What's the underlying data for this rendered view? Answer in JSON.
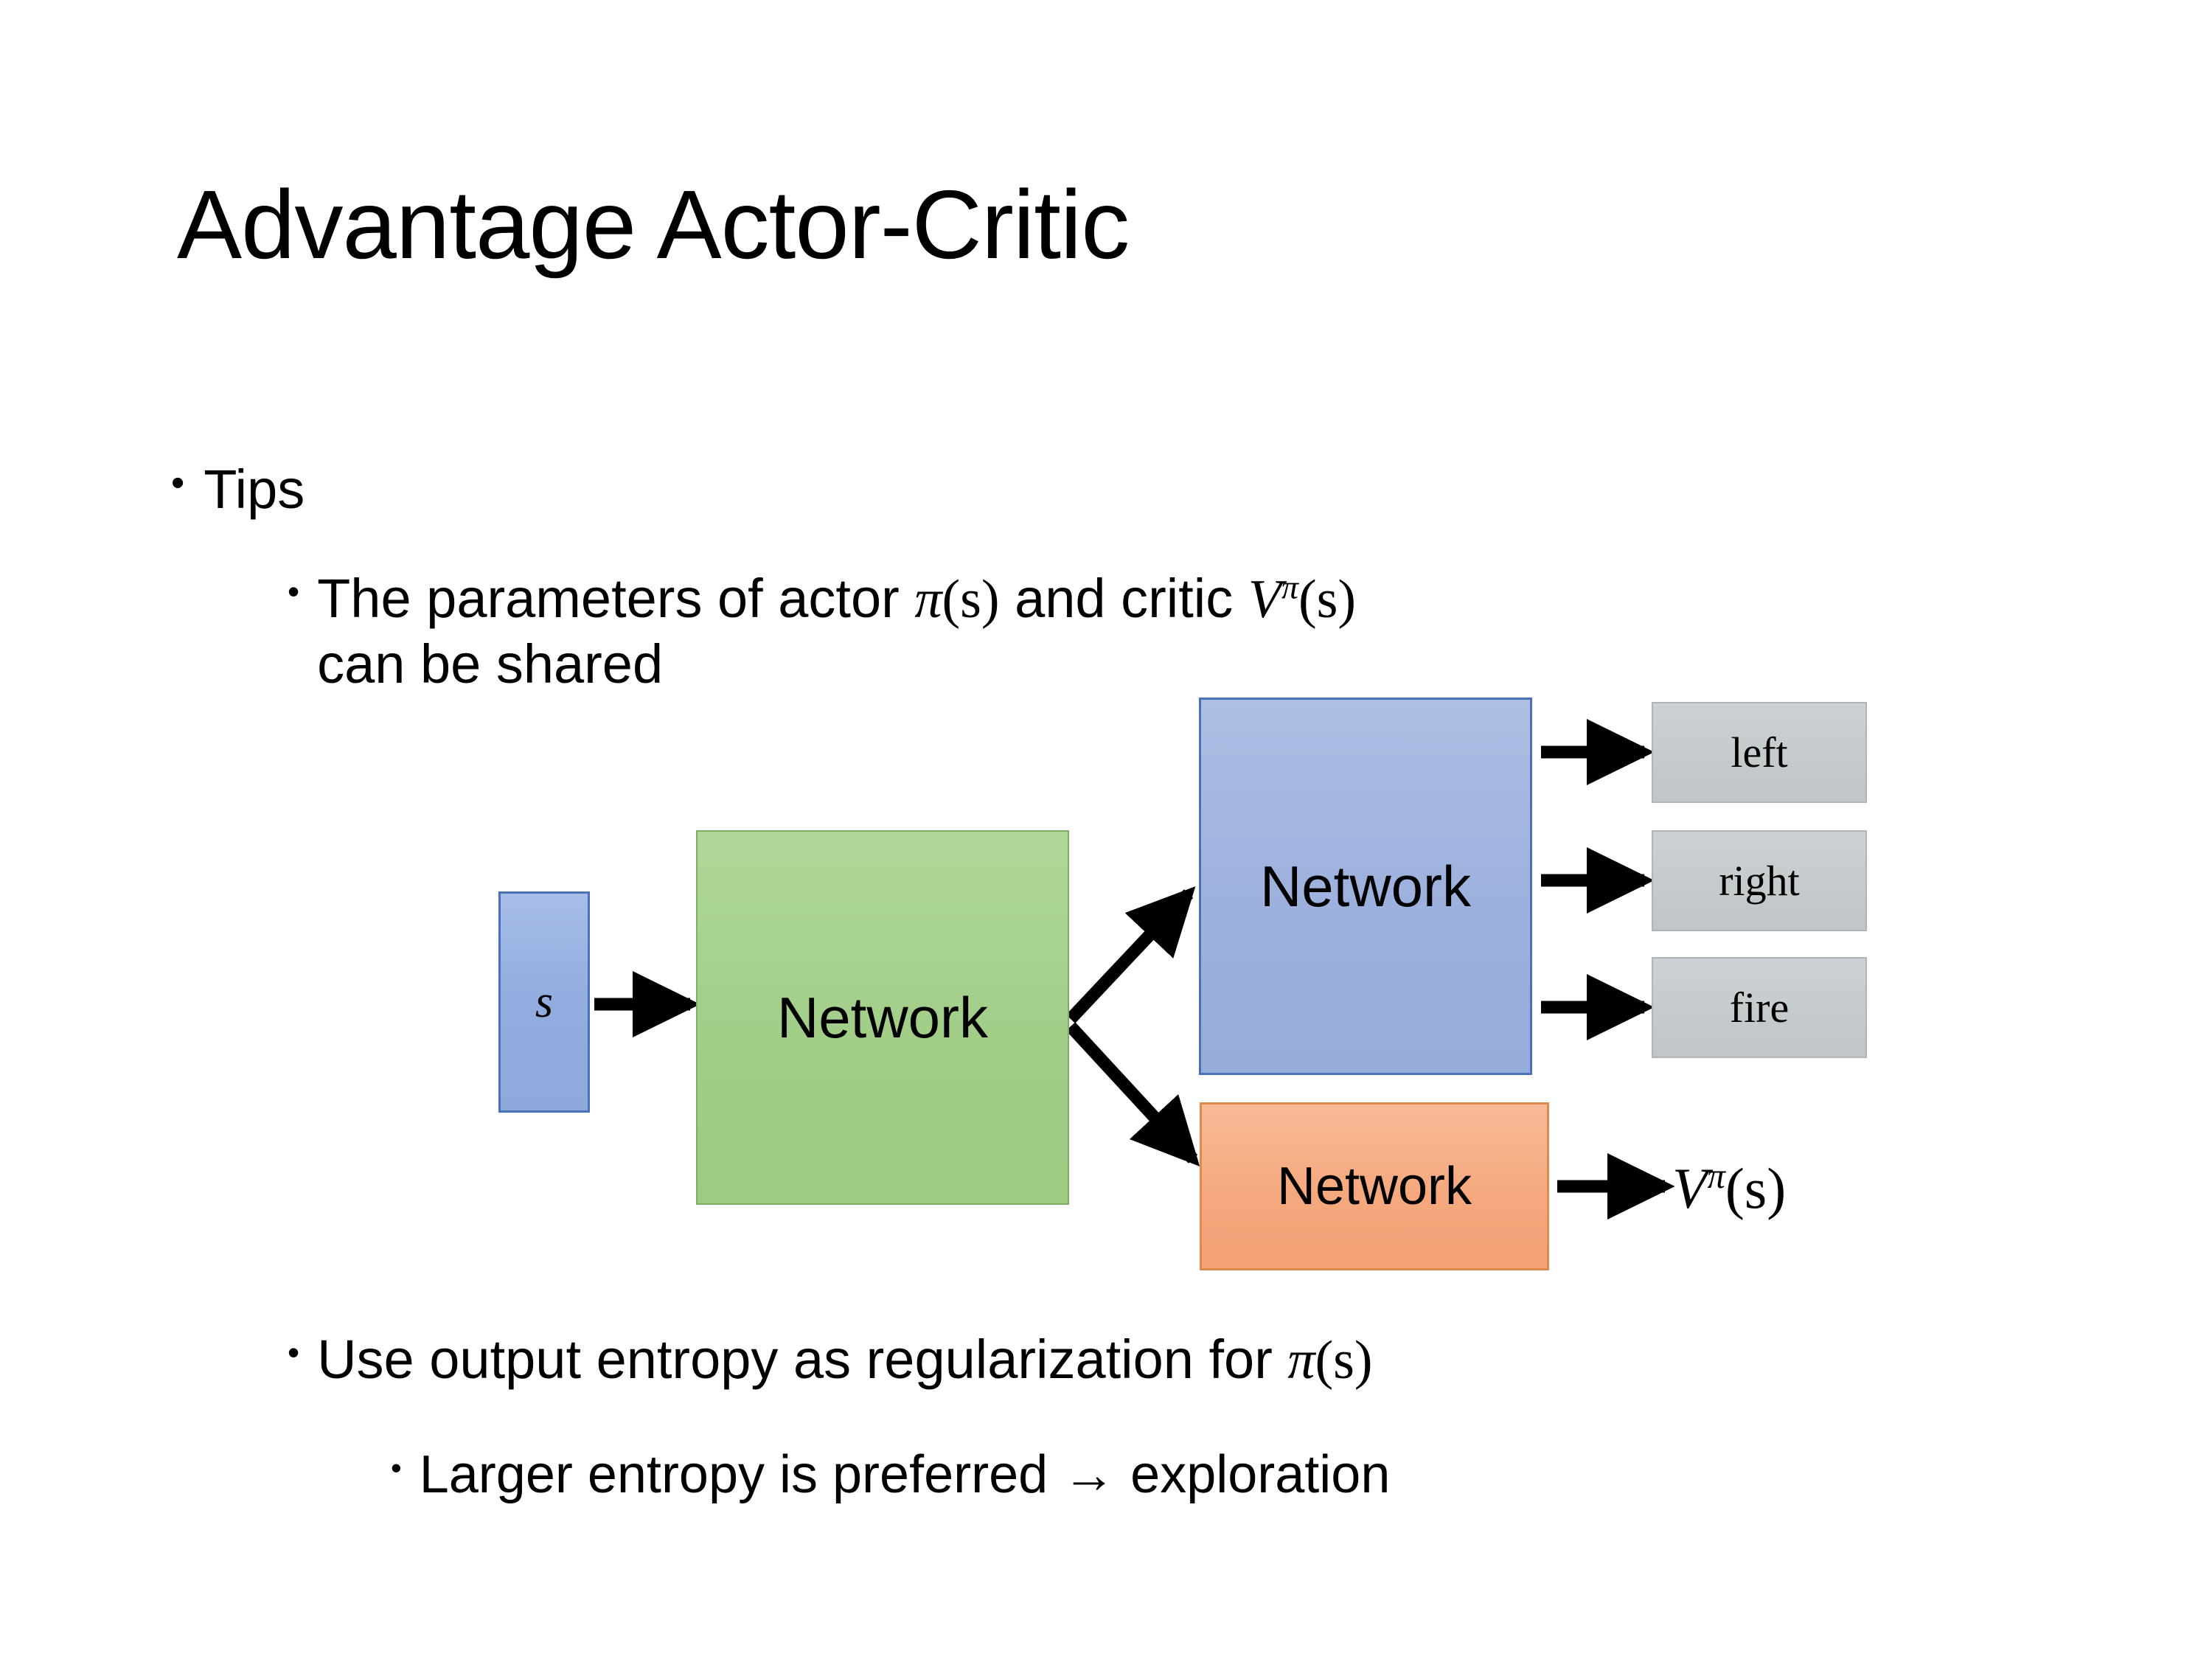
{
  "slide": {
    "title": "Advantage Actor-Critic",
    "background_color": "#FFFFFF"
  },
  "bullets": {
    "tips": {
      "marker": "•",
      "text": "Tips"
    },
    "shared_params": {
      "marker": "•",
      "text_before": "The parameters of actor ",
      "math_actor_pi": "π",
      "math_actor_arg": "(s)",
      "text_middle": " and critic ",
      "math_critic_V": "V",
      "math_critic_sup": "π",
      "math_critic_arg": "(s)",
      "text_after": "can be shared",
      "full_text": "The parameters of actor π(s)  and critic Vπ(s) can be shared"
    },
    "entropy": {
      "marker": "•",
      "text_before": "Use output entropy as regularization for ",
      "math_pi": "π",
      "math_arg": "(s)",
      "full_text": "Use output entropy as regularization for π(s)"
    },
    "larger_entropy": {
      "marker": "•",
      "text": "Larger entropy is preferred → exploration"
    }
  },
  "diagram": {
    "input_box": {
      "label": "s",
      "fill": "#97ACDB",
      "border": "#4A72B8"
    },
    "shared_network": {
      "label": "Network",
      "fill": "#A2CE88",
      "border": "#7EAE62"
    },
    "actor_network": {
      "label": "Network",
      "fill": "#9DB1DE",
      "border": "#4A72B8"
    },
    "critic_network": {
      "label": "Network",
      "fill": "#F5A87E",
      "border": "#E08A4E"
    },
    "actions": [
      {
        "label": "left",
        "fill": "#C5CACD",
        "border": "#AFB4B8"
      },
      {
        "label": "right",
        "fill": "#C5CACD",
        "border": "#AFB4B8"
      },
      {
        "label": "fire",
        "fill": "#C5CACD",
        "border": "#AFB4B8"
      }
    ],
    "value_output": {
      "symbol": "V",
      "superscript": "π",
      "argument": "(s)",
      "full_text": "Vπ(s)"
    },
    "arrow_color": "#000000"
  }
}
